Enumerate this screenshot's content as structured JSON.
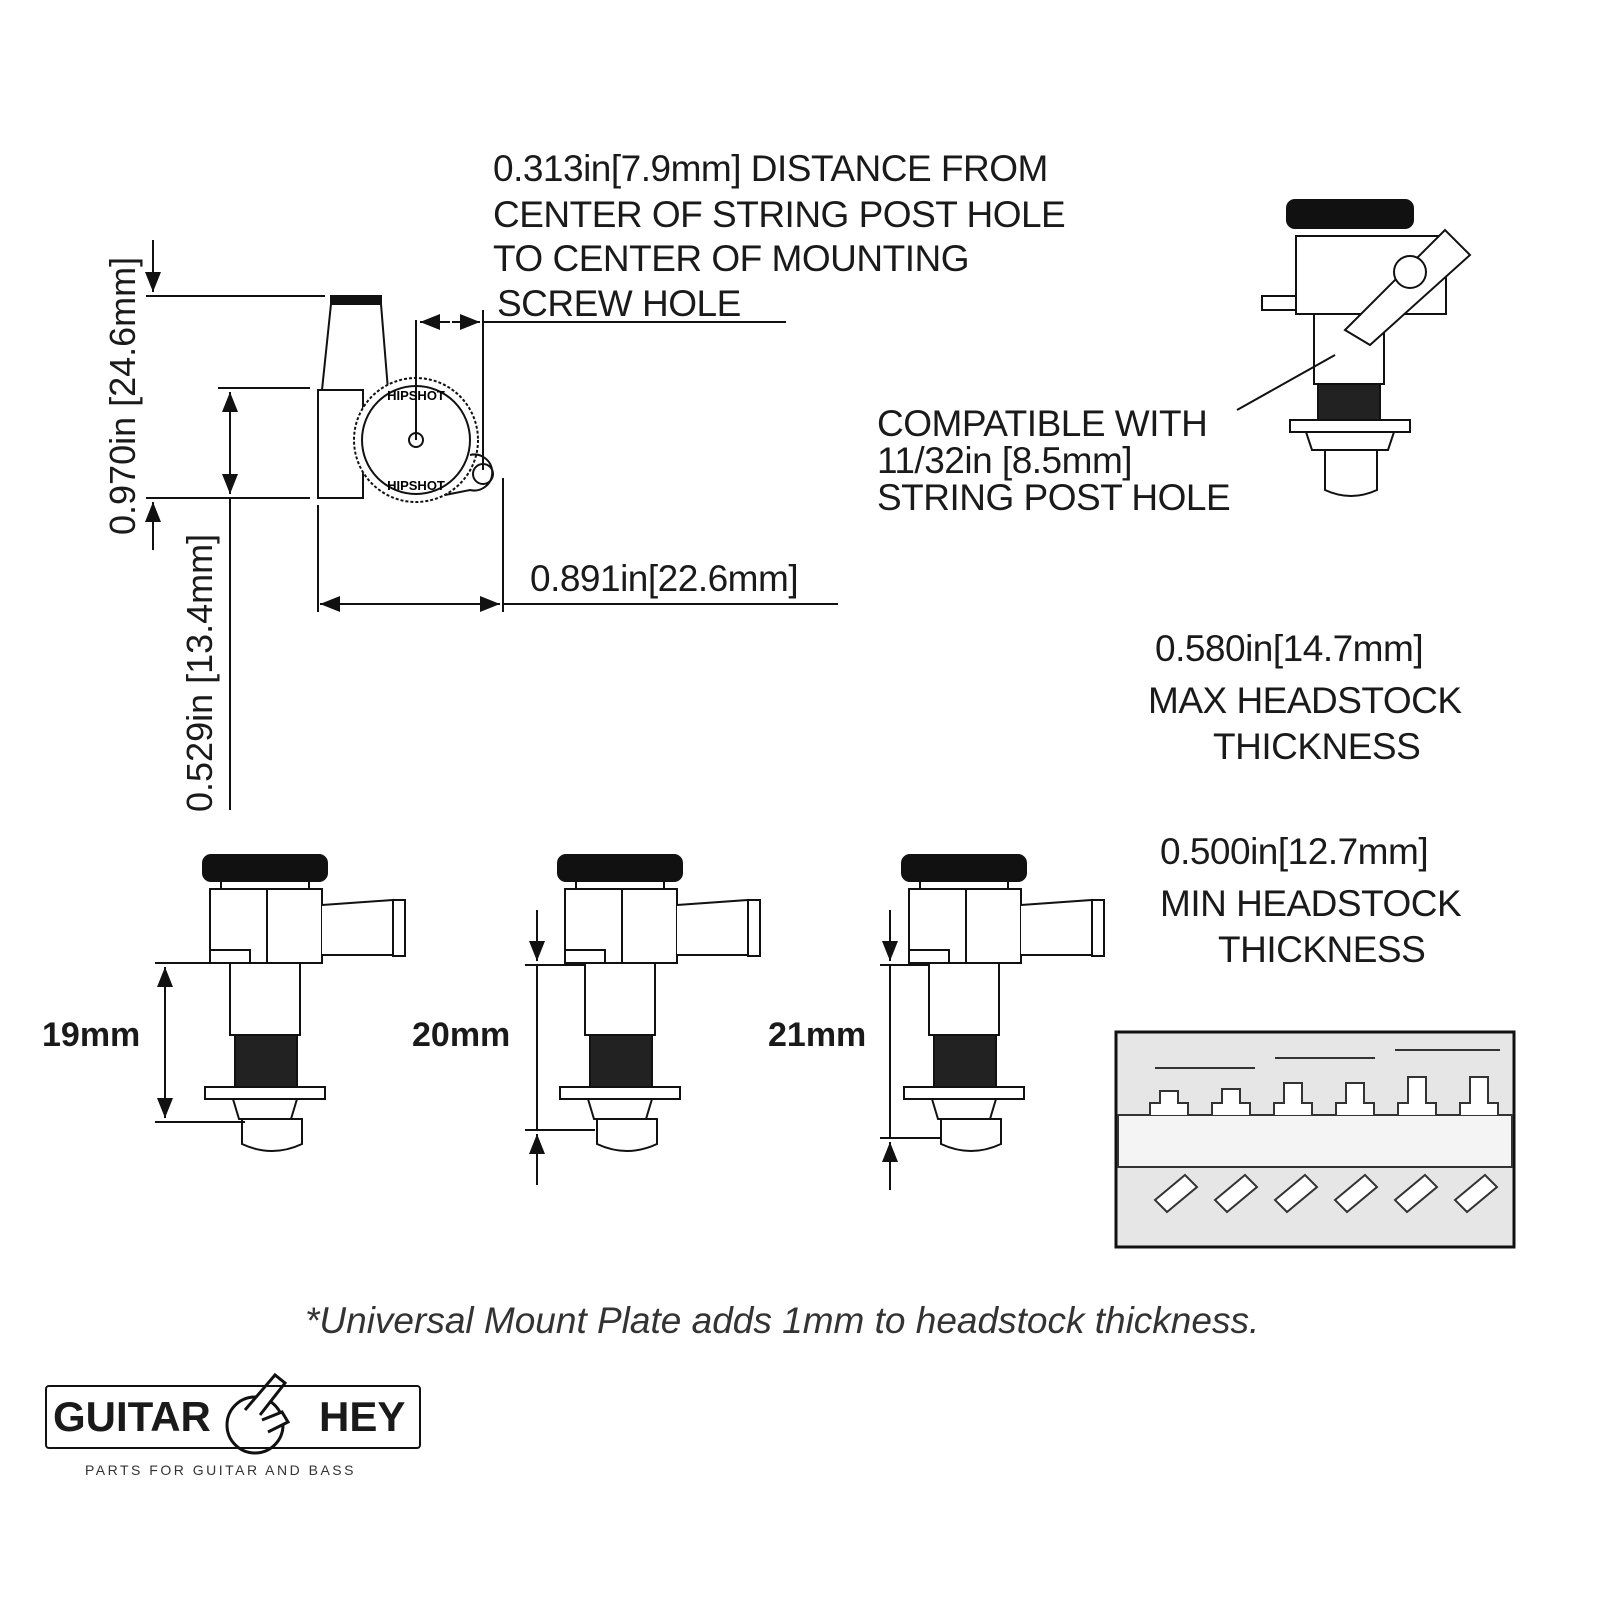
{
  "dimensions": {
    "offset_line1": "0.313in[7.9mm] DISTANCE FROM",
    "offset_line2": "CENTER OF STRING POST HOLE",
    "offset_line3": "TO CENTER OF MOUNTING",
    "offset_line4": "SCREW HOLE",
    "height_total": "0.970in [24.6mm]",
    "height_post": "0.529in [13.4mm]",
    "width": "0.891in[22.6mm]",
    "compat_line1": "COMPATIBLE WITH",
    "compat_line2": "11/32in [8.5mm]",
    "compat_line3": "STRING POST HOLE",
    "max_value": "0.580in[14.7mm]",
    "max_line1": "MAX HEADSTOCK",
    "max_line2": "THICKNESS",
    "min_value": "0.500in[12.7mm]",
    "min_line1": "MIN HEADSTOCK",
    "min_line2": "THICKNESS"
  },
  "post_lengths": [
    "19mm",
    "20mm",
    "21mm"
  ],
  "knob_logo": "HIPSHOT",
  "footnote": "*Universal Mount Plate adds 1mm to headstock thickness.",
  "logo": {
    "word1": "GUITAR",
    "word2": "HEY",
    "tagline": "PARTS FOR GUITAR AND BASS"
  }
}
